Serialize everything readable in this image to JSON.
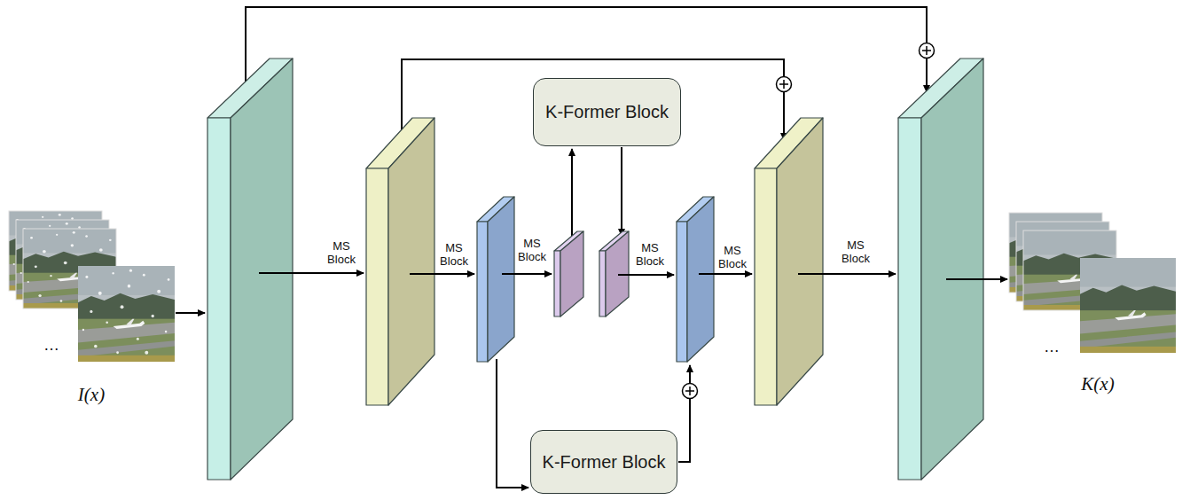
{
  "diagram": {
    "nodes": [
      {
        "text": [
          "K-Former Block"
        ]
      },
      {
        "text": [
          "K-Former Block"
        ]
      }
    ],
    "labels": [
      "MS Block",
      "MS Block",
      "MS Block",
      "MS Block",
      "MS Block",
      "MS Block",
      "I(x)",
      "K(x)",
      "…",
      "…"
    ]
  }
}
